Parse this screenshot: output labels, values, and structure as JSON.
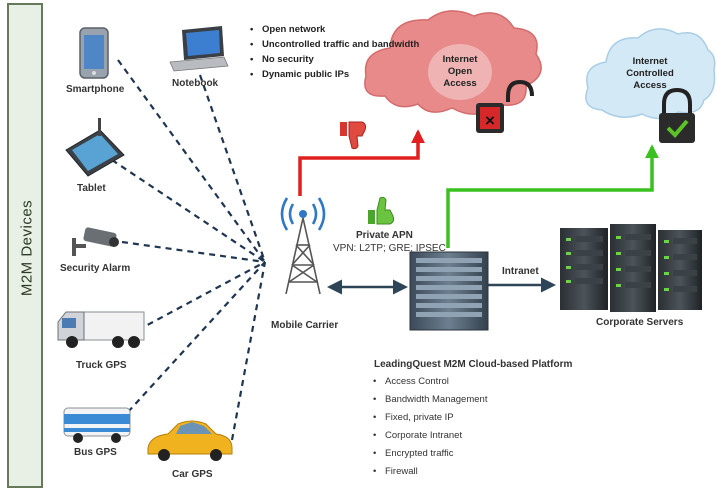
{
  "sidebar": {
    "title": "M2M Devices"
  },
  "devices": {
    "smartphone": "Smartphone",
    "notebook": "Notebook",
    "tablet": "Tablet",
    "security_alarm": "Security Alarm",
    "truck_gps": "Truck GPS",
    "bus_gps": "Bus GPS",
    "car_gps": "Car GPS"
  },
  "open_network_risks": [
    "Open network",
    "Uncontrolled traffic and bandwidth",
    "No security",
    "Dynamic public IPs"
  ],
  "clouds": {
    "open": {
      "line1": "Internet",
      "line2": "Open",
      "line3": "Access"
    },
    "controlled": {
      "line1": "Internet",
      "line2": "Controlled",
      "line3": "Access"
    }
  },
  "carrier": {
    "label": "Mobile Carrier",
    "apn_title": "Private APN",
    "apn_protocols": "VPN: L2TP; GRE; IPSEC"
  },
  "intranet_label": "Intranet",
  "servers_label": "Corporate Servers",
  "platform": {
    "title": "LeadingQuest M2M Cloud-based Platform",
    "features": [
      "Access Control",
      "Bandwidth Management",
      "Fixed, private IP",
      "Corporate Intranet",
      "Encrypted traffic",
      "Firewall"
    ]
  },
  "colors": {
    "open_cloud": "#e78b8b",
    "controlled_cloud": "#cfe6f5",
    "red_path": "#e21f1f",
    "green_path": "#39c21f",
    "link_dark": "#2d4557",
    "sidebar_bg": "#e8efe4",
    "sidebar_border": "#667a5b"
  },
  "icons": {
    "thumbs_down": "thumbs-down-icon",
    "thumbs_up": "thumbs-up-icon",
    "lock_open": "open-padlock-icon",
    "lock_closed": "closed-padlock-icon",
    "signal": "signal-waves-icon"
  }
}
